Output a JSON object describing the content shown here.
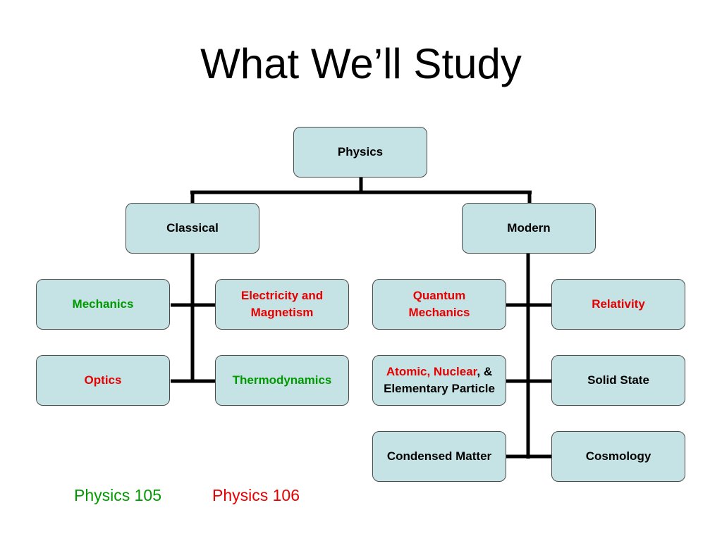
{
  "title": "What We’ll Study",
  "colors": {
    "course_105": "#009a00",
    "course_106": "#e60000",
    "node_fill": "#c5e3e5"
  },
  "nodes": {
    "physics": "Physics",
    "classical": "Classical",
    "modern": "Modern",
    "mechanics": "Mechanics",
    "electricity_line1": "Electricity and",
    "electricity_line2": "Magnetism",
    "optics": "Optics",
    "thermodynamics": "Thermodynamics",
    "quantum_line1": "Quantum",
    "quantum_line2": "Mechanics",
    "relativity": "Relativity",
    "atomic_colored": "Atomic, Nuclear",
    "atomic_rest": ", &",
    "atomic_line2": "Elementary Particle",
    "solid_state": "Solid State",
    "condensed_matter": "Condensed Matter",
    "cosmology": "Cosmology"
  },
  "legend": {
    "course_105": "Physics 105",
    "course_106": "Physics 106"
  }
}
